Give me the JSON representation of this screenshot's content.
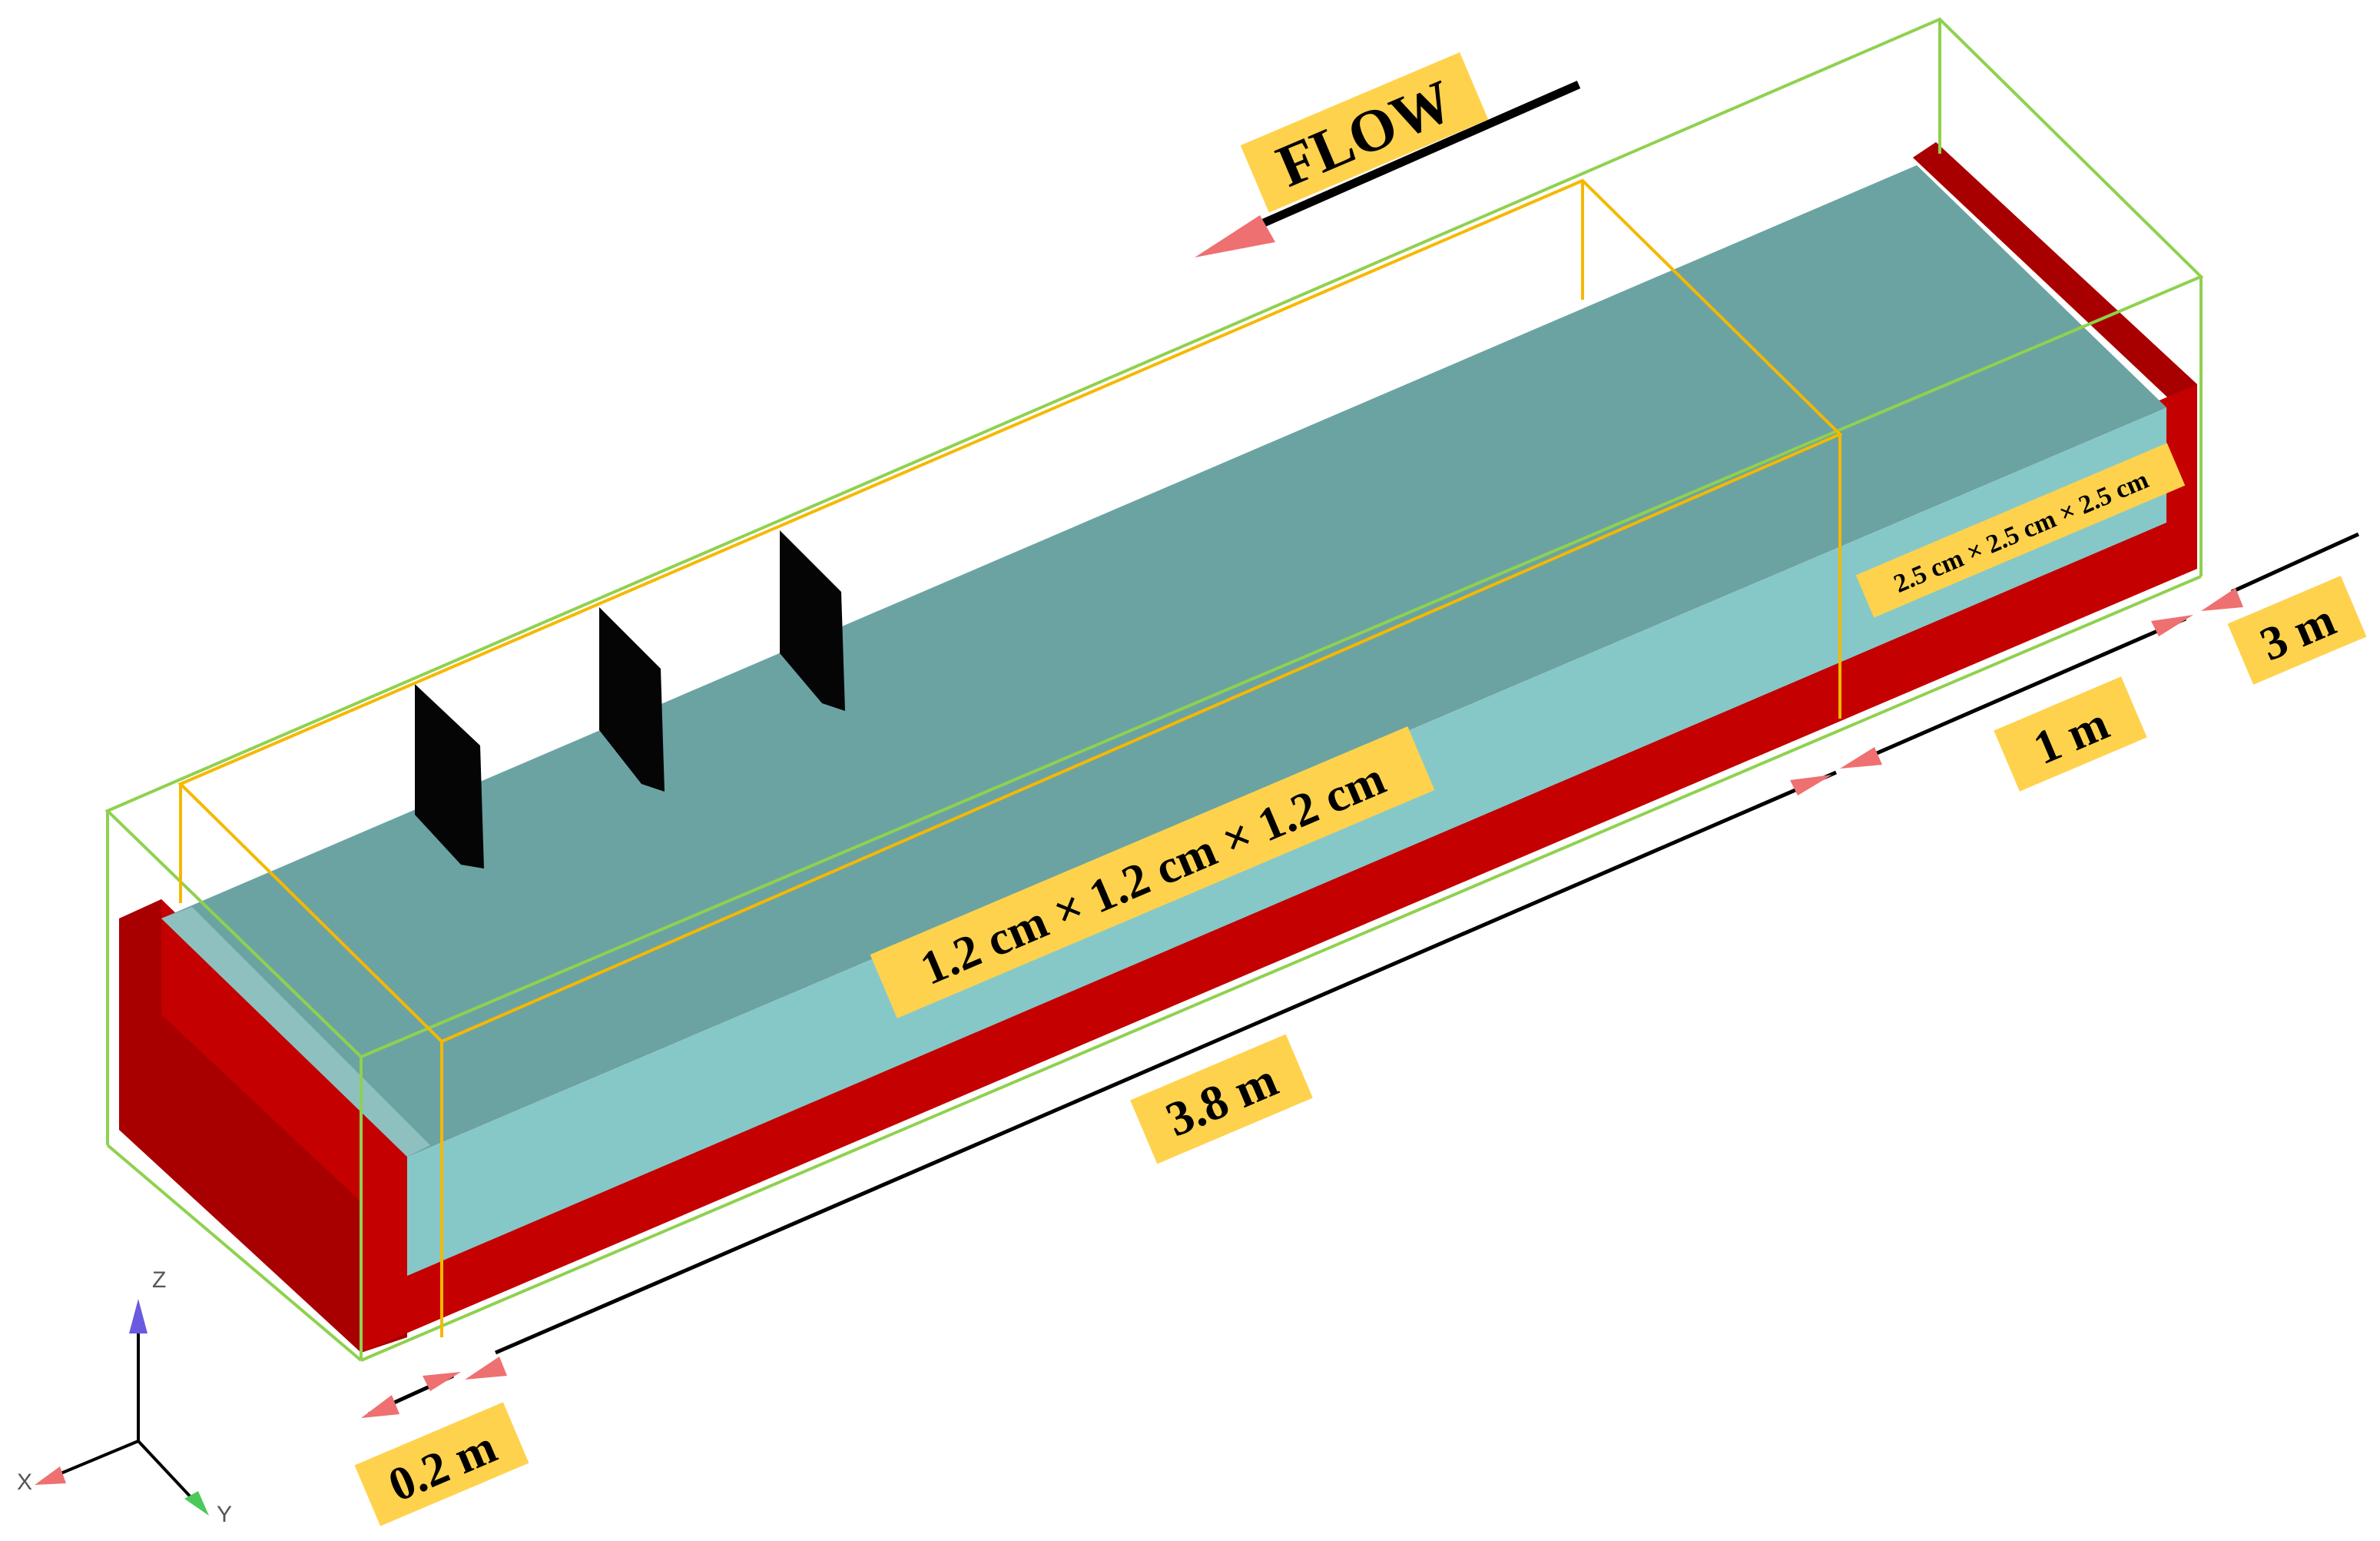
{
  "flow_label": "FLOW",
  "mesh_fine_label": "1.2 cm × 1.2 cm × 1.2 cm",
  "mesh_coarse_label": "2.5 cm × 2.5 cm × 2.5 cm",
  "dimensions": {
    "inlet_length": "0.2 m",
    "refined_length": "3.8 m",
    "coarse_length": "1 m",
    "outlet_length": "3 m"
  },
  "axes": {
    "z": "Z",
    "x": "X",
    "y": "Y"
  },
  "colors": {
    "channel_wall": "#c40000",
    "water_top": "#6ba3a3",
    "water_side": "#86c8c8",
    "label_highlight": "#ffd24d",
    "refinement_box": "#f5b800",
    "domain_box": "#8fd14f",
    "arrow_head": "#ee7070"
  }
}
